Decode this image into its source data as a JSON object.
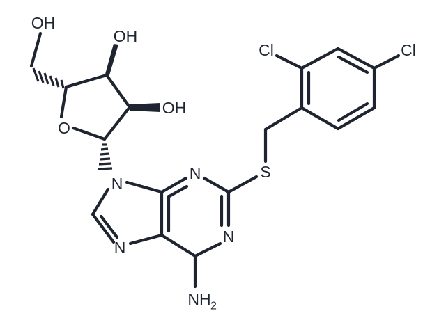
{
  "molecule": {
    "atoms": {
      "oh_top": "OH",
      "oh_c3": "OH",
      "oh_c2": "OH",
      "o_ring": "O",
      "n9": "N",
      "n3": "N",
      "n1": "N",
      "n7": "N",
      "s": "S",
      "cl_ortho": "Cl",
      "cl_para": "Cl",
      "nh2_main": "NH",
      "nh2_sub": "2"
    }
  }
}
